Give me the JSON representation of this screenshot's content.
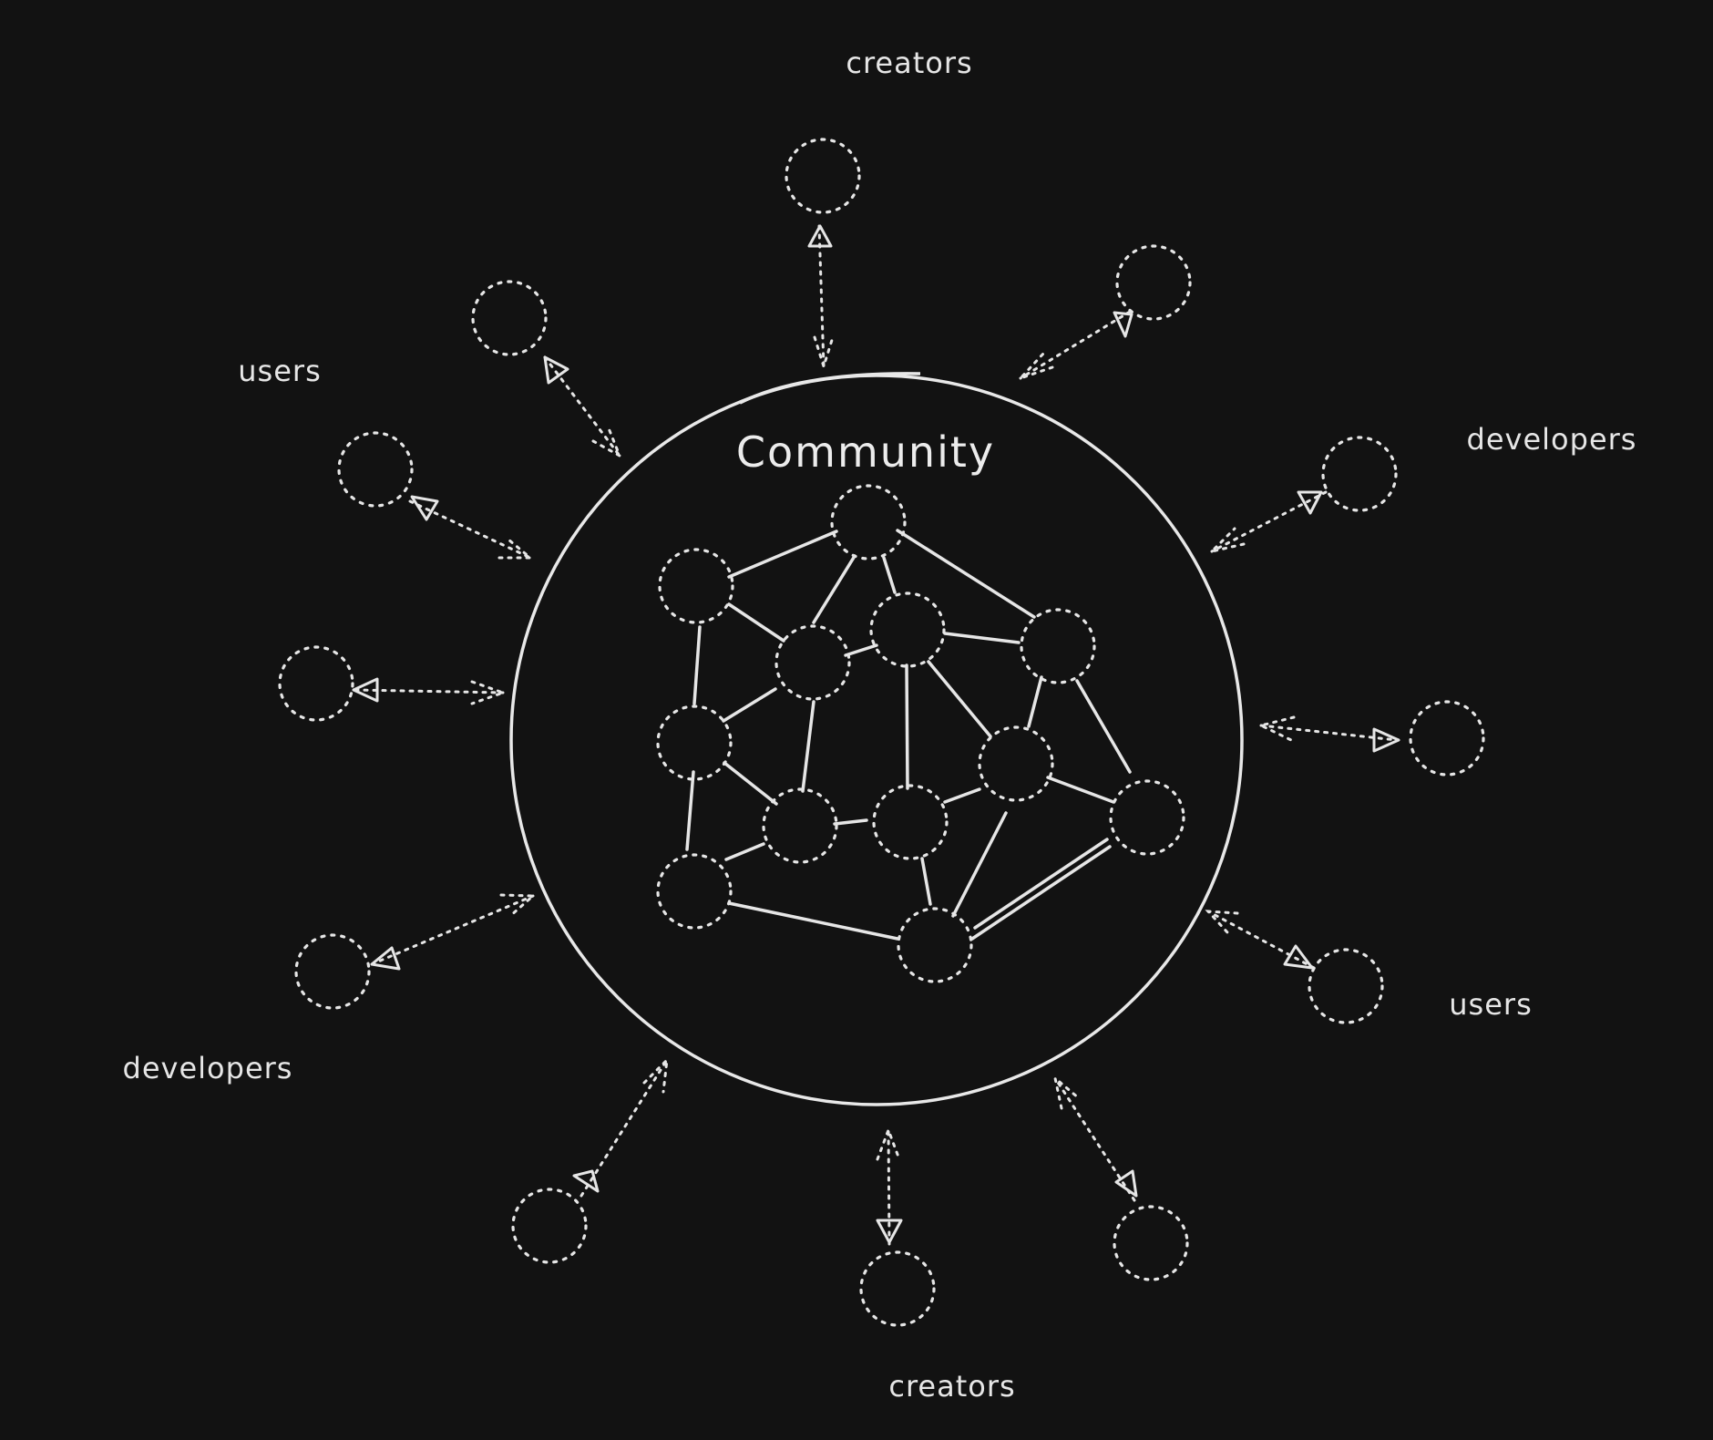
{
  "diagram": {
    "title": "Community",
    "labels": {
      "creators_top": "creators",
      "users_left": "users",
      "developers_right": "developers",
      "users_right": "users",
      "developers_left": "developers",
      "creators_bottom": "creators"
    },
    "colors": {
      "background": "#121212",
      "stroke": "#e6e6e6"
    }
  }
}
